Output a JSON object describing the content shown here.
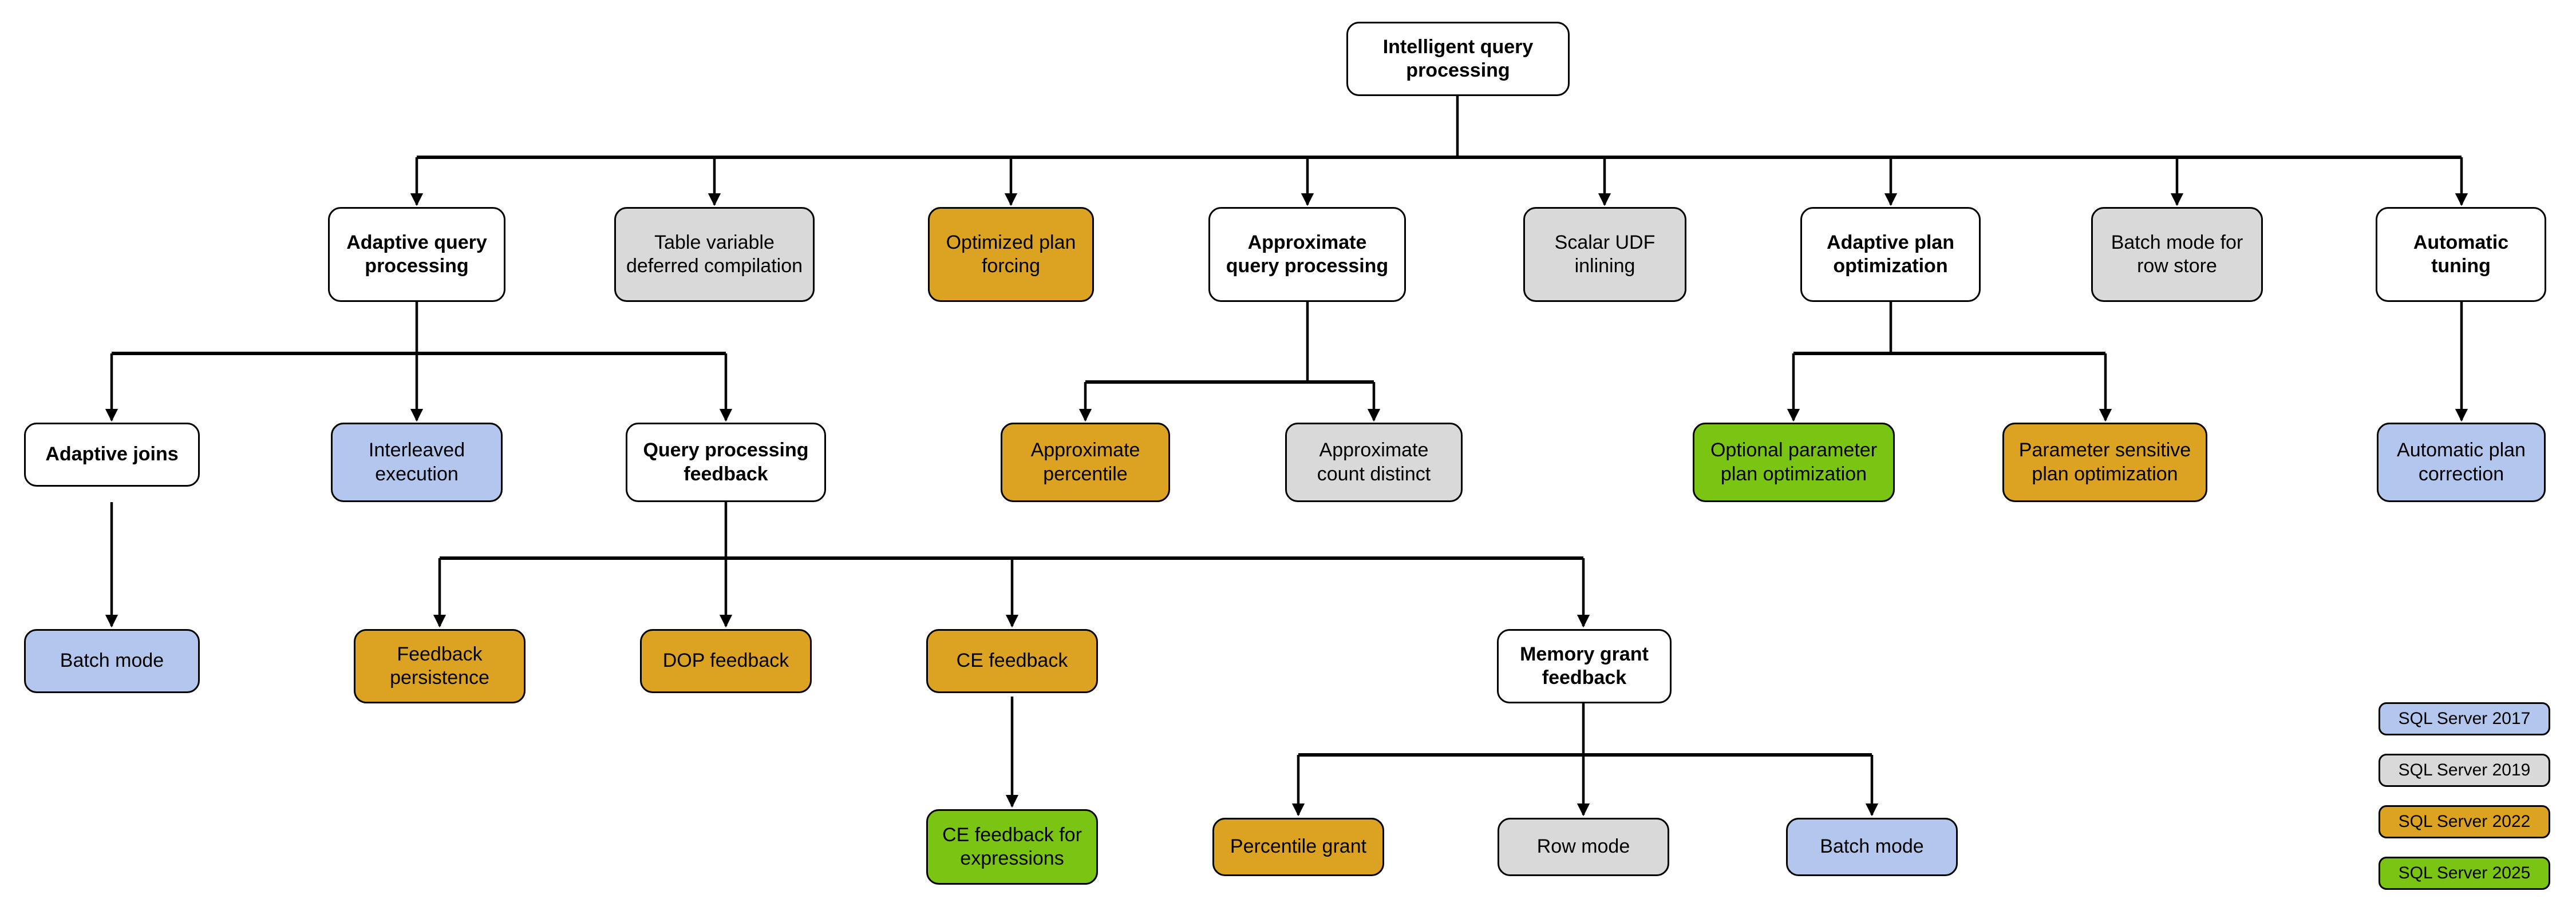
{
  "diagram": {
    "title": "Intelligent query processing",
    "type": "hierarchy-tree",
    "palette": {
      "white": "#ffffff",
      "gray": "#d9d9d9",
      "gold": "#dba321",
      "blue": "#b3c7ee",
      "green": "#7ac514",
      "stroke": "#000000"
    },
    "nodes": {
      "root": "Intelligent query processing",
      "adaptive_query_processing": "Adaptive query\nprocessing",
      "table_variable_deferred_compilation": "Table variable\ndeferred compilation",
      "optimized_plan_forcing": "Optimized plan\nforcing",
      "approximate_query_processing": "Approximate\nquery processing",
      "scalar_udf_inlining": "Scalar UDF\ninlining",
      "adaptive_plan_optimization": "Adaptive plan\noptimization",
      "batch_mode_for_row_store": "Batch mode for\nrow store",
      "automatic_tuning": "Automatic\ntuning",
      "adaptive_joins": "Adaptive joins",
      "interleaved_execution": "Interleaved\nexecution",
      "query_processing_feedback": "Query processing\nfeedback",
      "approximate_percentile": "Approximate\npercentile",
      "approximate_count_distinct": "Approximate\ncount distinct",
      "optional_parameter_plan_optimization": "Optional parameter\nplan optimization",
      "parameter_sensitive_plan_optimization": "Parameter sensitive\nplan optimization",
      "automatic_plan_correction": "Automatic plan\ncorrection",
      "batch_mode_adaptive_joins": "Batch mode",
      "feedback_persistence": "Feedback\npersistence",
      "dop_feedback": "DOP feedback",
      "ce_feedback": "CE feedback",
      "memory_grant_feedback": "Memory grant\nfeedback",
      "ce_feedback_for_expressions": "CE feedback for\nexpressions",
      "percentile_grant": "Percentile grant",
      "row_mode": "Row mode",
      "batch_mode_memory_grant": "Batch mode"
    },
    "legend": {
      "items": [
        {
          "label": "SQL Server 2017",
          "color": "#b3c7ee"
        },
        {
          "label": "SQL Server 2019",
          "color": "#d9d9d9"
        },
        {
          "label": "SQL Server 2022",
          "color": "#dba321"
        },
        {
          "label": "SQL Server 2025",
          "color": "#7ac514"
        }
      ]
    }
  }
}
